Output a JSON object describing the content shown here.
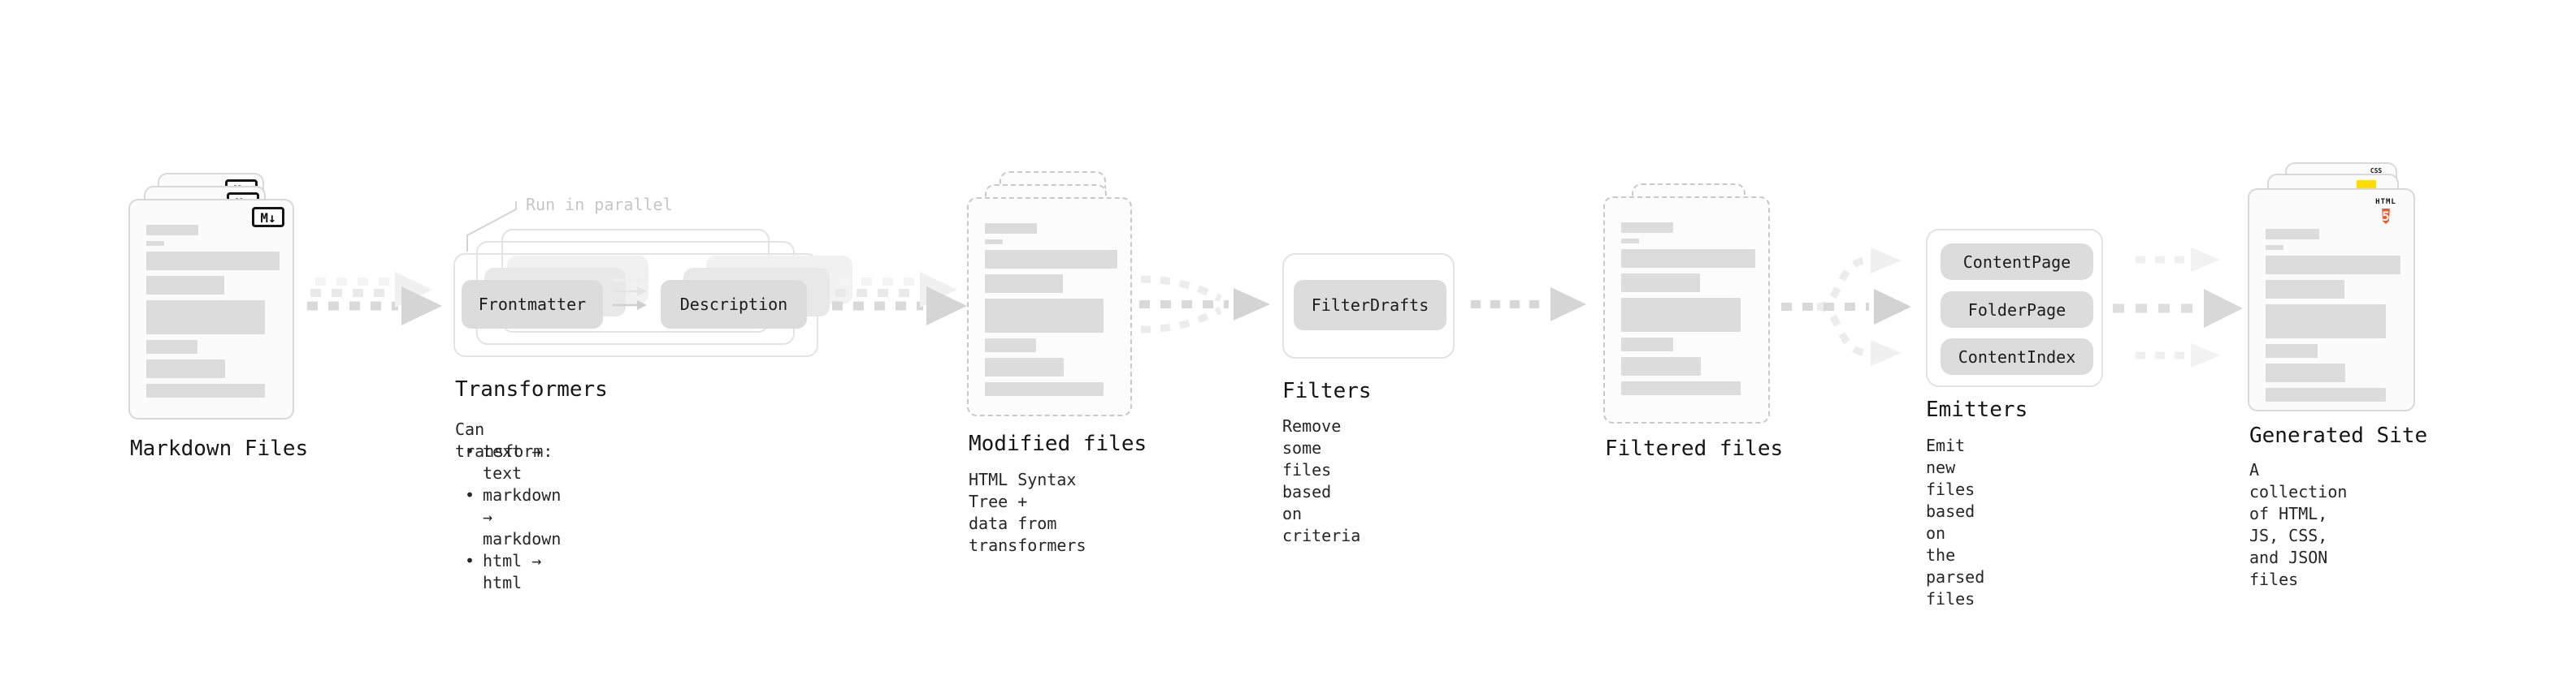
{
  "diagram": {
    "markdown_files": {
      "label": "Markdown Files",
      "badge": "M↓"
    },
    "transformers": {
      "label": "Transformers",
      "callout": "Run in parallel",
      "button_left": "Frontmatter",
      "button_right": "Description",
      "desc_title": "Can transform:",
      "bullet_char": "•",
      "bullets": [
        "text → text",
        "markdown → markdown",
        "html → html"
      ]
    },
    "modified_files": {
      "label": "Modified files",
      "description": "HTML Syntax Tree +\ndata from transformers"
    },
    "filters": {
      "label": "Filters",
      "button": "FilterDrafts",
      "description": "Remove some files based\non criteria"
    },
    "filtered_files": {
      "label": "Filtered files"
    },
    "emitters": {
      "label": "Emitters",
      "buttons": [
        "ContentPage",
        "FolderPage",
        "ContentIndex"
      ],
      "description": "Emit new files based on\nthe parsed files"
    },
    "generated_site": {
      "label": "Generated Site",
      "description": "A collection of HTML,\nJS, CSS, and JSON files",
      "badge_css": "CSS",
      "badge_html_text": "HTML",
      "badge_html_number": "5"
    },
    "colors": {
      "background": "#ffffff",
      "card_border": "#d9d9d9",
      "dashed_border": "#c9c9c9",
      "chip_fill": "#dcdcdc",
      "arrow_gray": "#d5d5d5",
      "arrow_light": "#f0f0f0",
      "text": "#1c1c1c",
      "callout_text": "#c6c6c6",
      "html5_orange": "#ec5a29",
      "js_yellow": "#ffdd00",
      "css_blue": "#2965f1"
    }
  }
}
